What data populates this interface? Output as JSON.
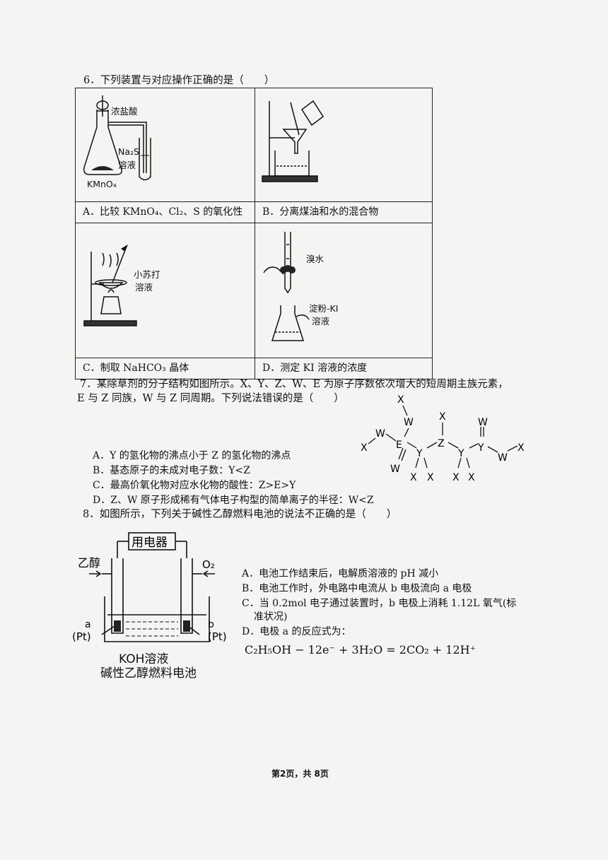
{
  "q6": {
    "stem": "6．下列装置与对应操作正确的是（　　）",
    "a": {
      "caption": "A．比较 KMnO₄、Cl₂、S 的氧化性",
      "label_acid": "浓盐酸",
      "label_na2s": "Na₂S",
      "label_solution": "溶液",
      "label_kmno4": "KMnO₄"
    },
    "b": {
      "caption": "B．分离煤油和水的混合物"
    },
    "c": {
      "caption": "C．制取 NaHCO₃ 晶体",
      "label_1": "小苏打",
      "label_2": "溶液"
    },
    "d": {
      "caption": "D．测定 KI 溶液的浓度",
      "label_bromine": "溴水",
      "label_ki": "淀粉-KI",
      "label_solution": "溶液"
    }
  },
  "q7": {
    "stem_line1": "7．某除草剂的分子结构如图所示。X、Y、Z、W、E 为原子序数依次增大的短周期主族元素，",
    "stem_line2": "E 与 Z 同族，W 与 Z 同周期。下列说法错误的是（　　）",
    "options": [
      "A．Y 的氢化物的沸点小于 Z 的氢化物的沸点",
      "B．基态原子的未成对电子数：Y<Z",
      "C．最高价氧化物对应水化物的酸性：Z>E>Y",
      "D．Z、W 原子形成稀有气体电子构型的简单离子的半径：W<Z"
    ],
    "atoms": {
      "x": "X",
      "y": "Y",
      "z": "Z",
      "w": "W",
      "e": "E"
    }
  },
  "q8": {
    "stem": "8．如图所示，下列关于碱性乙醇燃料电池的说法不正确的是（　　）",
    "device": "用电器",
    "left_in": "乙醇",
    "right_in": "O₂",
    "electrode_a": "a",
    "electrode_a_mat": "(Pt)",
    "electrode_b": "b",
    "electrode_b_mat": "(Pt)",
    "electrolyte": "KOH溶液",
    "cell_caption": "碱性乙醇燃料电池",
    "options": [
      "A．电池工作结束后，电解质溶液的 pH 减小",
      "B．电池工作时，外电路中电流从 b 电极流向 a 电极",
      "C．当 0.2mol 电子通过装置时，b 电极上消耗 1.12L 氧气(标",
      "准状况)",
      "D．电极 a 的反应式为："
    ],
    "equation": "C₂H₅OH − 12e⁻ + 3H₂O = 2CO₂ + 12H⁺"
  },
  "footer": "第2页，共 8页"
}
